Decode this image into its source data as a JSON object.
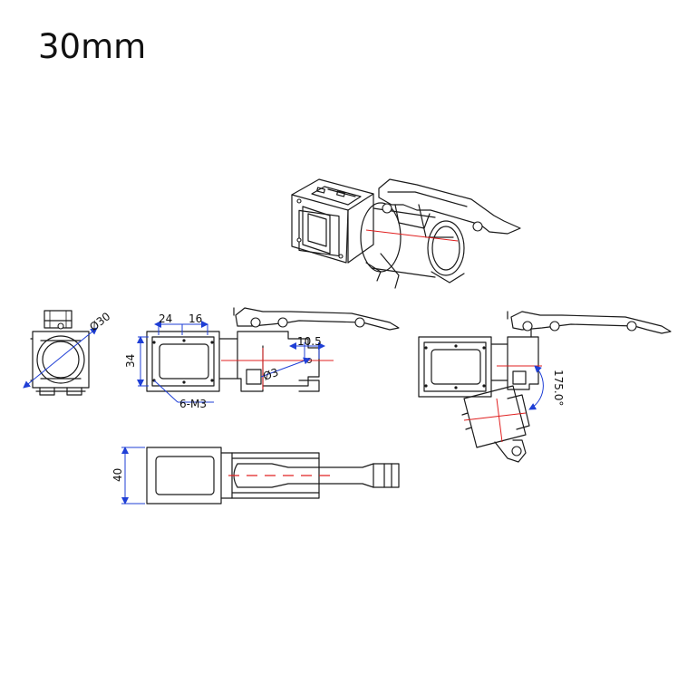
{
  "title": "30mm",
  "dimensions": {
    "dia_tube": "Ø30",
    "w24": "24",
    "w16": "16",
    "h34": "34",
    "screws": "6-M3",
    "d10_5": "10.5",
    "dia_pin": "Ø3",
    "angle": "175.0°",
    "h40": "40"
  },
  "colors": {
    "line": "#1a1a1a",
    "centerline": "#e02020",
    "dimension": "#1f3fd6"
  }
}
